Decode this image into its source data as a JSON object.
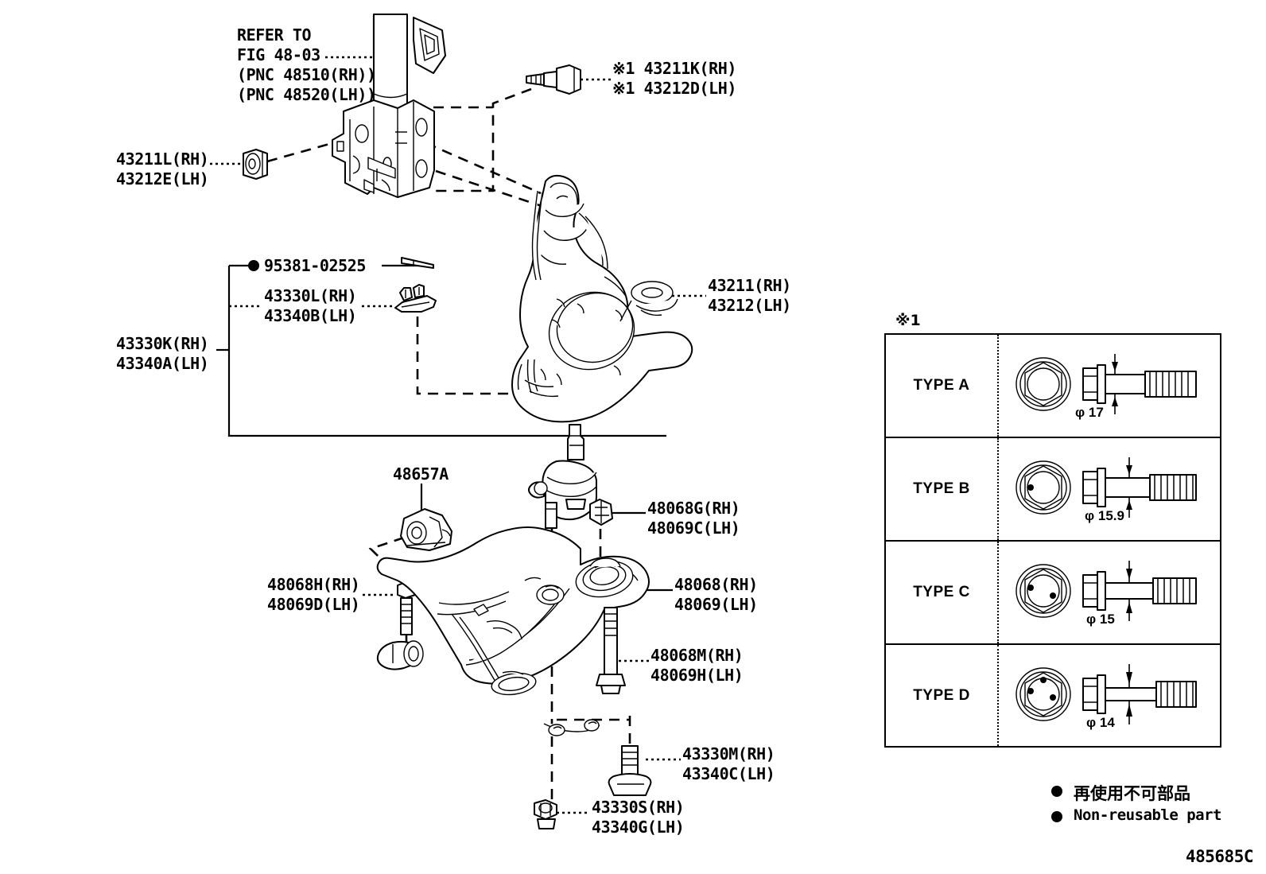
{
  "diagram": {
    "figure_number": "485685C",
    "note_marker": "※1",
    "refer_note": {
      "line1": "REFER TO",
      "line2": "FIG 48-03",
      "line3": "(PNC 48510(RH))",
      "line4": "(PNC 48520(LH))"
    },
    "labels": [
      {
        "id": "nut-43211L",
        "line1": "43211L(RH)",
        "line2": "43212E(LH)"
      },
      {
        "id": "bolt-43211K",
        "line1": "※1 43211K(RH)",
        "line2": "※1 43212D(LH)"
      },
      {
        "id": "pin-95381",
        "line1": "95381-02525",
        "line2": ""
      },
      {
        "id": "clip-43330L",
        "line1": "43330L(RH)",
        "line2": "43340B(LH)"
      },
      {
        "id": "kit-43330K",
        "line1": "43330K(RH)",
        "line2": "43340A(LH)"
      },
      {
        "id": "knuckle-43211",
        "line1": "43211(RH)",
        "line2": "43212(LH)"
      },
      {
        "id": "bracket-48657A",
        "line1": "48657A",
        "line2": ""
      },
      {
        "id": "nut-48068G",
        "line1": "48068G(RH)",
        "line2": "48069C(LH)"
      },
      {
        "id": "bolt-48068H",
        "line1": "48068H(RH)",
        "line2": "48069D(LH)"
      },
      {
        "id": "arm-48068",
        "line1": "48068(RH)",
        "line2": "48069(LH)"
      },
      {
        "id": "bolt-48068M",
        "line1": "48068M(RH)",
        "line2": "48069H(LH)"
      },
      {
        "id": "bolt-43330M",
        "line1": "43330M(RH)",
        "line2": "43340C(LH)"
      },
      {
        "id": "nut-43330S",
        "line1": "43330S(RH)",
        "line2": "43340G(LH)"
      }
    ],
    "type_table": {
      "marker": "※1",
      "rows": [
        {
          "name": "TYPE A",
          "diameter": "φ 17"
        },
        {
          "name": "TYPE B",
          "diameter": "φ 15.9"
        },
        {
          "name": "TYPE C",
          "diameter": "φ 15"
        },
        {
          "name": "TYPE D",
          "diameter": "φ 14"
        }
      ]
    },
    "legend": {
      "japanese": "再使用不可部品",
      "english": "Non-reusable part"
    }
  }
}
